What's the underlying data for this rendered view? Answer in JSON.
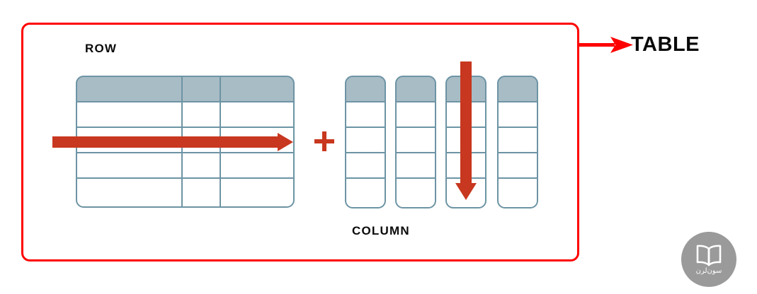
{
  "diagram": {
    "title_label": "TABLE",
    "row_label": "ROW",
    "column_label": "COLUMN",
    "plus_symbol": "+",
    "colors": {
      "frame_red": "#ff0000",
      "arrow_red": "#c8371f",
      "cell_border": "#6d94a4",
      "cell_header_fill": "#a8bcc6",
      "cell_body_fill": "#ffffff",
      "label_text": "#0a0a0a",
      "watermark_gray": "#9a9a9a"
    },
    "row_table": {
      "columns": 3,
      "rows": 5,
      "header_row_shaded": true,
      "highlighted_row_index": 3
    },
    "column_group": {
      "count": 4,
      "cells_per_column": 5,
      "header_cell_shaded": true,
      "highlighted_column_index": 3
    }
  },
  "watermark": {
    "icon": "open-book-icon",
    "text": "سون‌لرن"
  }
}
